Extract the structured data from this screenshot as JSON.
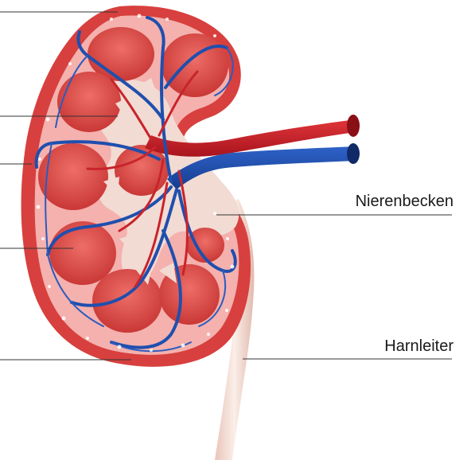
{
  "labels": {
    "renal_pelvis": "Nierenbecken",
    "ureter": "Harnleiter"
  },
  "colors": {
    "capsule": "#d9403f",
    "cortex": "#f4b1ae",
    "pyramid": "#de4b47",
    "artery": "#c8242b",
    "vein": "#1f4fae",
    "pelvis": "#f3dcd4",
    "leader_line": "#333333"
  },
  "icons": {
    "kidney": "kidney-cross-section-illustration"
  }
}
